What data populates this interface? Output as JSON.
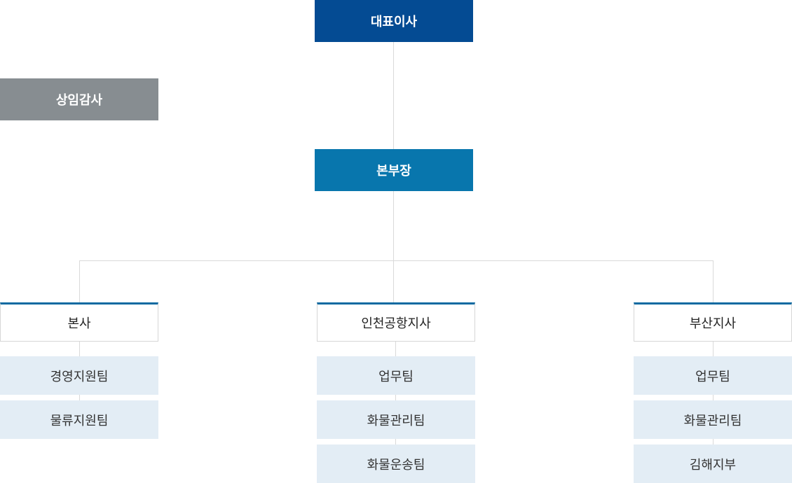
{
  "top": {
    "ceo": "대표이사",
    "audit": "상임감사",
    "hq": "본부장"
  },
  "branches": [
    {
      "name": "본사",
      "teams": [
        "경영지원팀",
        "물류지원팀"
      ]
    },
    {
      "name": "인천공항지사",
      "teams": [
        "업무팀",
        "화물관리팀",
        "화물운송팀"
      ]
    },
    {
      "name": "부산지사",
      "teams": [
        "업무팀",
        "화물관리팀",
        "김해지부"
      ]
    }
  ],
  "colors": {
    "ceo": "#044b93",
    "audit": "#878d91",
    "hq": "#0876ad",
    "branch_accent": "#0a6aa1",
    "team_bg": "#e3edf5",
    "line": "#d9d9d9"
  }
}
